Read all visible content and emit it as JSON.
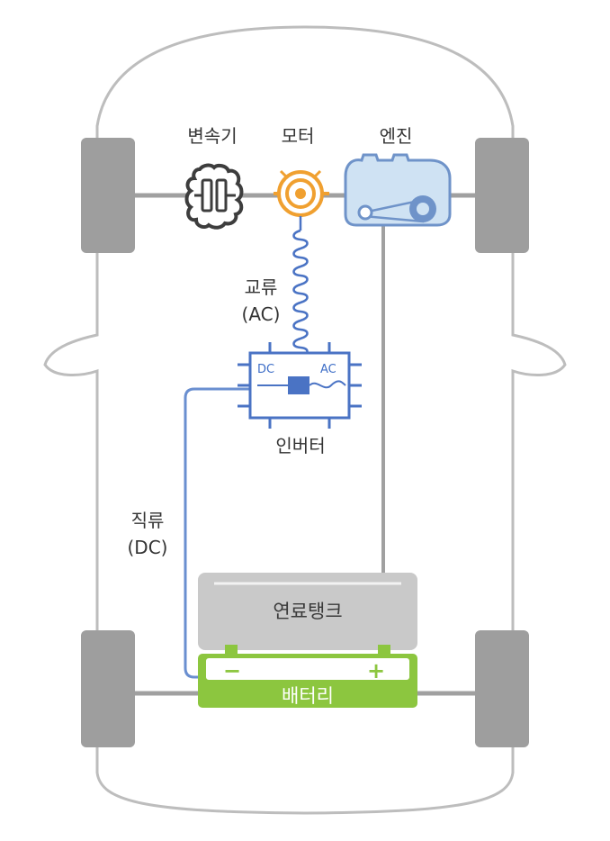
{
  "labels": {
    "transmission": "변속기",
    "motor": "모터",
    "engine": "엔진",
    "ac_line1": "교류",
    "ac_line2": "(AC)",
    "inverter": "인버터",
    "inverter_dc": "DC",
    "inverter_ac": "AC",
    "dc_line1": "직류",
    "dc_line2": "(DC)",
    "fuel_tank": "연료탱크",
    "battery": "배터리",
    "battery_minus": "−",
    "battery_plus": "+"
  },
  "colors": {
    "body_outline": "#bdbdbd",
    "wheel": "#9e9e9e",
    "axle": "#a0a0a0",
    "engine_fill": "#cfe2f3",
    "engine_stroke": "#6f93c9",
    "motor": "#f0a030",
    "inverter": "#4a73c4",
    "dc_wire": "#6a8fd0",
    "fuel_tank": "#c9c9c9",
    "battery": "#8cc63f",
    "battery_dark": "#6aaa28"
  }
}
